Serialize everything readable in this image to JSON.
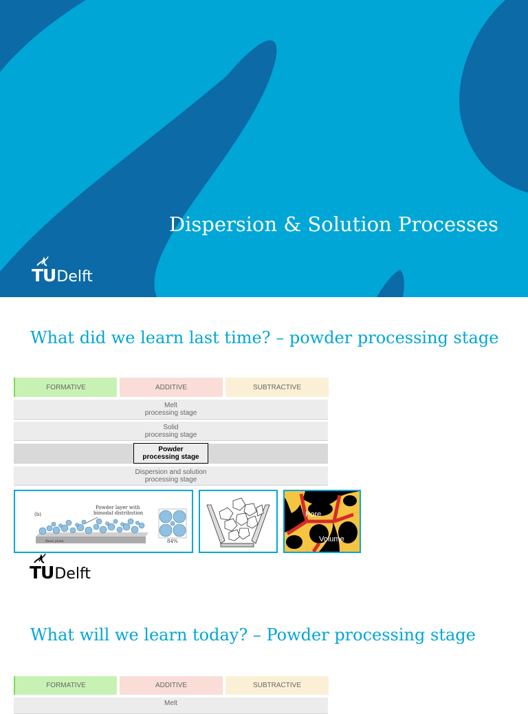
{
  "slide1": {
    "title": "Dispersion & Solution Processes",
    "logo": {
      "tu": "TU",
      "delft": "Delft"
    },
    "colors": {
      "background": "#00a6d6",
      "shape": "#0c6aa6"
    }
  },
  "slide2": {
    "heading": "What did we learn last time?  – powder processing stage",
    "categories": [
      "FORMATIVE",
      "ADDITIVE",
      "SUBTRACTIVE"
    ],
    "stages": [
      {
        "line1": "Melt",
        "line2": "processing stage"
      },
      {
        "line1": "Solid",
        "line2": "processing stage"
      },
      {
        "line1": "Powder",
        "line2": "processing stage"
      },
      {
        "line1": "Dispersion and solution",
        "line2": "processing stage"
      }
    ],
    "figure1": {
      "panel_label": "(b)",
      "caption_line1": "Powder layer with",
      "caption_line2": "bimodal distribution",
      "base_label": "Base plate",
      "packing_percent": "84%"
    },
    "figure3": {
      "pore_label": "Pore",
      "volume_label": "Volume"
    },
    "logo": {
      "tu": "TU",
      "delft": "Delft"
    }
  },
  "slide3": {
    "heading": "What will we learn today? – Powder processing stage",
    "categories": [
      "FORMATIVE",
      "ADDITIVE",
      "SUBTRACTIVE"
    ],
    "first_stage": "Melt"
  }
}
